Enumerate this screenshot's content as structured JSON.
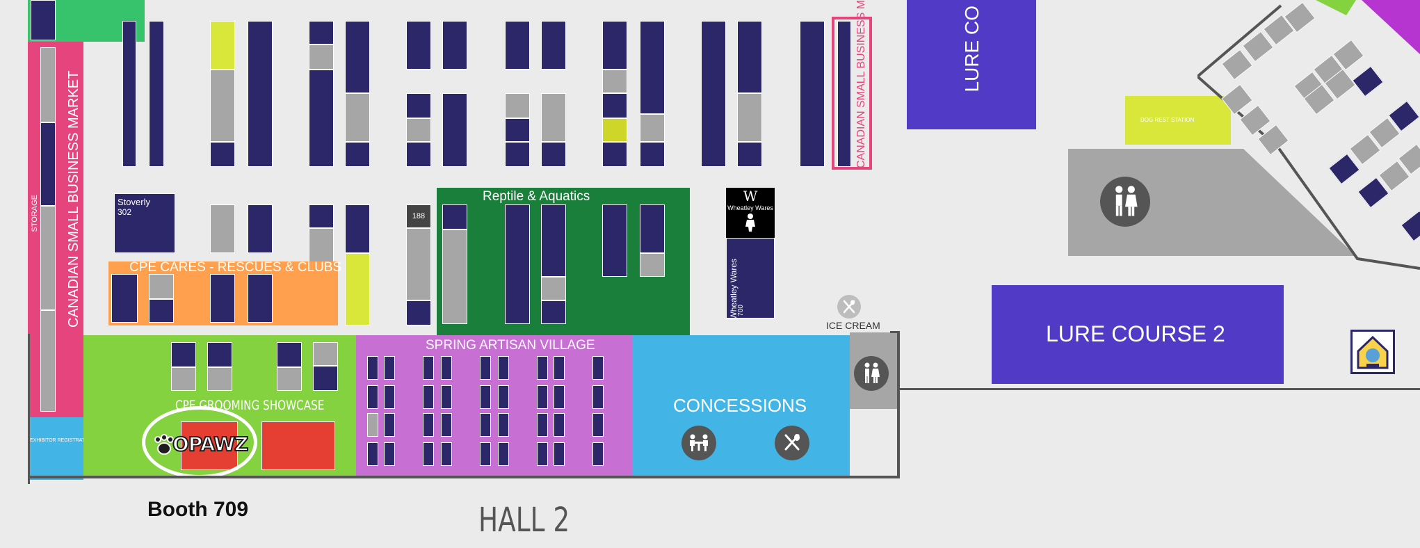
{
  "map_title": "HALL 2",
  "booth_callout": "Booth 709",
  "zones": {
    "csbm_left": "CANADIAN SMALL BUSINESS MARKET",
    "csbm_right": "CANADIAN SMALL BUSINESS MARKET",
    "storage": "STORAGE",
    "exhibitor_registration": "EXHIBITOR REGISTRATION",
    "cpe_cares": "CPE CARES - RESCUES & CLUBS",
    "reptile": "Reptile & Aquatics",
    "grooming": "CPE GROOMING SHOWCASE",
    "artisan": "SPRING ARTISAN VILLAGE",
    "concessions": "CONCESSIONS",
    "ice_cream": "ICE CREAM",
    "lure_course_1": "LURE CO",
    "lure_course_2": "LURE COURSE 2",
    "dog_rest": "DOG REST STATION"
  },
  "booths": {
    "stoverly_name": "Stoverly",
    "stoverly_num": "302",
    "booth_188": "188",
    "wheatley_logo": "Wheatley Wares",
    "wheatley_name": "Wheatley Wares",
    "wheatley_num": "700"
  },
  "logo": {
    "opawz": "OPAWZ"
  },
  "icons": {
    "restroom": "restroom-icon",
    "dining": "dining-icon",
    "seating": "seating-icon"
  },
  "colors": {
    "navy_booth": "#2b2768",
    "gray_booth": "#a6a6a6",
    "pink": "#e5447c",
    "green_zone": "#1a7f3a",
    "lime_zone": "#84d23f",
    "orange_zone": "#fea04d",
    "purple_zone": "#c86fd4",
    "blue_zone": "#42b4e6",
    "lure_purple": "#503ac6"
  }
}
